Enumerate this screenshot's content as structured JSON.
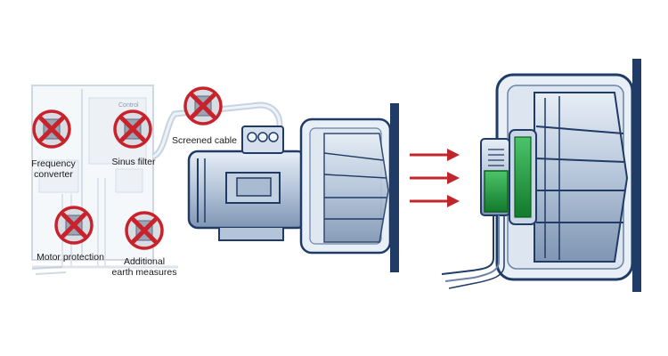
{
  "labels": {
    "frequency_converter_line1": "Frequency",
    "frequency_converter_line2": "converter",
    "sinus_filter": "Sinus filter",
    "screened_cable": "Screened cable",
    "motor_protection": "Motor protection",
    "earth_measures_line1": "Additional",
    "earth_measures_line2": "earth measures",
    "cabinet_control": "Control"
  },
  "icons": {
    "prohibited": "prohibited-icon",
    "arrow": "arrow-right-icon"
  },
  "colors": {
    "prohibited_red": "#c8232c",
    "arrow_red": "#c0262c",
    "steel_blue": "#1f3b66",
    "light_blue": "#c9d6e6",
    "electronics_green": "#1e9a3c"
  }
}
